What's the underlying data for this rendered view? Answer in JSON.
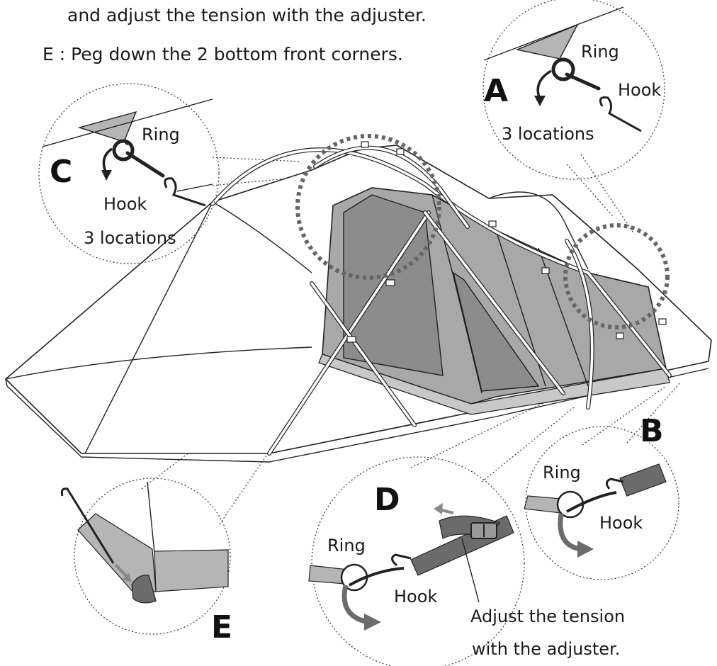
{
  "instructions": {
    "line1": "and adjust the tension with the adjuster.",
    "line2": "E : Peg down the 2 bottom front corners."
  },
  "details": {
    "a": {
      "letter": "A",
      "ring": "Ring",
      "hook": "Hook",
      "count": "3 locations"
    },
    "c": {
      "letter": "C",
      "ring": "Ring",
      "hook": "Hook",
      "count": "3 locations"
    },
    "b": {
      "letter": "B",
      "ring": "Ring",
      "hook": "Hook"
    },
    "d": {
      "letter": "D",
      "ring": "Ring",
      "hook": "Hook",
      "note_line1": "Adjust the tension",
      "note_line2": "with the adjuster."
    },
    "e": {
      "letter": "E"
    }
  },
  "colors": {
    "inner_tent": "#a8a8a8",
    "window": "#8c8c8c",
    "strap": "#6b6b6b",
    "webbing": "#b5b5b5",
    "highlight_ring": "#666666"
  }
}
